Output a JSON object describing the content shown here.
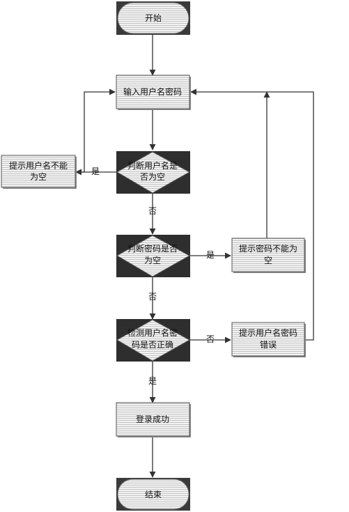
{
  "nodes": {
    "start": "开始",
    "input": "输入用户名密码",
    "check_user_empty": [
      "判断用户名是",
      "否为空"
    ],
    "hint_user_empty": [
      "提示用户名不能",
      "为空"
    ],
    "check_pwd_empty": [
      "判断密码是否",
      "为空"
    ],
    "hint_pwd_empty": [
      "提示密码不能为",
      "空"
    ],
    "check_correct": [
      "检测用户名密",
      "码是否正确"
    ],
    "hint_wrong": [
      "提示用户名密码",
      "错误"
    ],
    "success": "登录成功",
    "end": "结束"
  },
  "edges": {
    "yes": "是",
    "no": "否"
  }
}
